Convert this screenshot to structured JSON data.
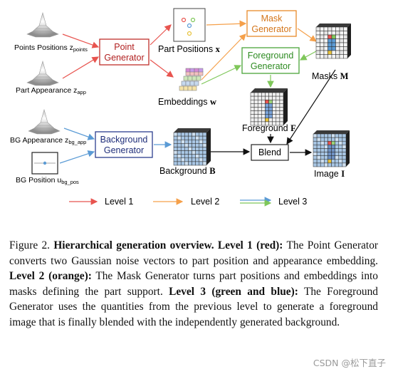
{
  "diagram": {
    "inputs": {
      "points_positions": "Points Positions z",
      "points_positions_sub": "points",
      "part_appearance": "Part Appearance z",
      "part_appearance_sub": "app",
      "bg_appearance": "BG Appearance z",
      "bg_appearance_sub": "bg_app",
      "bg_position": "BG Position u",
      "bg_position_sub": "bg_pos"
    },
    "blocks": {
      "point_generator": [
        "Point",
        "Generator"
      ],
      "mask_generator": [
        "Mask",
        "Generator"
      ],
      "foreground_generator": [
        "Foreground",
        "Generator"
      ],
      "background_generator": [
        "Background",
        "Generator"
      ],
      "blend": "Blend"
    },
    "outputs": {
      "part_positions": "Part Positions",
      "part_positions_sym": "x",
      "embeddings": "Embeddings",
      "embeddings_sym": "w",
      "masks": "Masks",
      "masks_sym": "M",
      "foreground": "Foreground",
      "foreground_sym": "F",
      "background": "Background",
      "background_sym": "B",
      "image": "Image",
      "image_sym": "I"
    },
    "legend": [
      {
        "label": "Level 1",
        "color": "#e8544f"
      },
      {
        "label": "Level 2",
        "color": "#f5a04a"
      },
      {
        "label": "Level 3",
        "color": "#5b9bd5",
        "color2": "#7fc75a"
      }
    ],
    "colors": {
      "red": "#e8544f",
      "orange": "#f5a04a",
      "green": "#7fc75a",
      "blue": "#5b9bd5",
      "point_gen_border": "#c0302b",
      "mask_gen_border": "#e88a2a",
      "fg_gen_border": "#4aa53a",
      "bg_gen_border": "#2c3e8f"
    }
  },
  "caption": {
    "fig": "Figure 2.",
    "title": "Hierarchical generation overview.",
    "l1_head": "Level 1 (red):",
    "l1_text": "The Point Generator converts two Gaussian noise vectors to part position and appearance embedding.",
    "l2_head": "Level 2 (orange):",
    "l2_text": "The Mask Generator turns part positions and embeddings into masks defining the part support.",
    "l3_head": "Level 3 (green and blue):",
    "l3_text": "The Foreground Generator uses the quantities from the previous level to generate a foreground image that is finally blended with the independently generated background."
  },
  "watermark": "CSDN @松下直子"
}
